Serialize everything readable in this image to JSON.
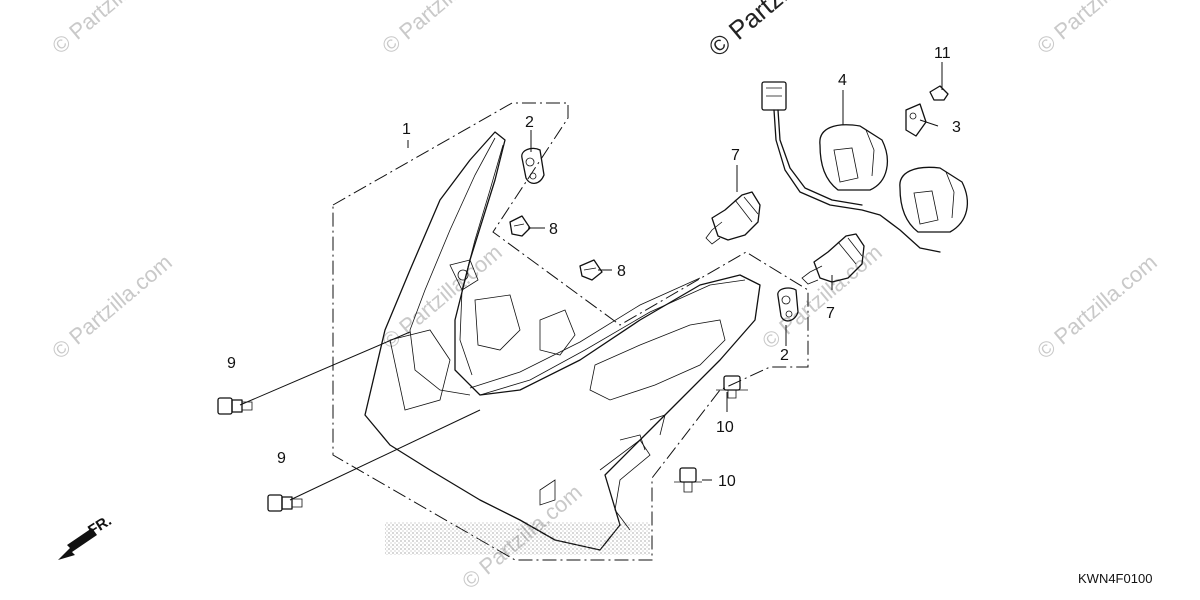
{
  "diagram": {
    "watermarks": [
      "© Partzilla.com",
      "© Partzilla.com",
      "© Partzilla.com",
      "© Partzilla.com",
      "© Partzilla.com",
      "© Partzilla.com",
      "© Partzilla.com",
      "© Partzilla.com",
      "© Partzilla.com"
    ],
    "callouts": [
      "1",
      "2",
      "2",
      "3",
      "4",
      "7",
      "7",
      "8",
      "8",
      "9",
      "9",
      "10",
      "10",
      "11"
    ],
    "direction_label": "FR.",
    "diagram_code": "KWN4F0100"
  },
  "colors": {
    "line": "#111111",
    "watermark": "#c9c9c9",
    "stipple": "#555555"
  },
  "icons": {
    "direction": "arrow-left-down-icon"
  }
}
